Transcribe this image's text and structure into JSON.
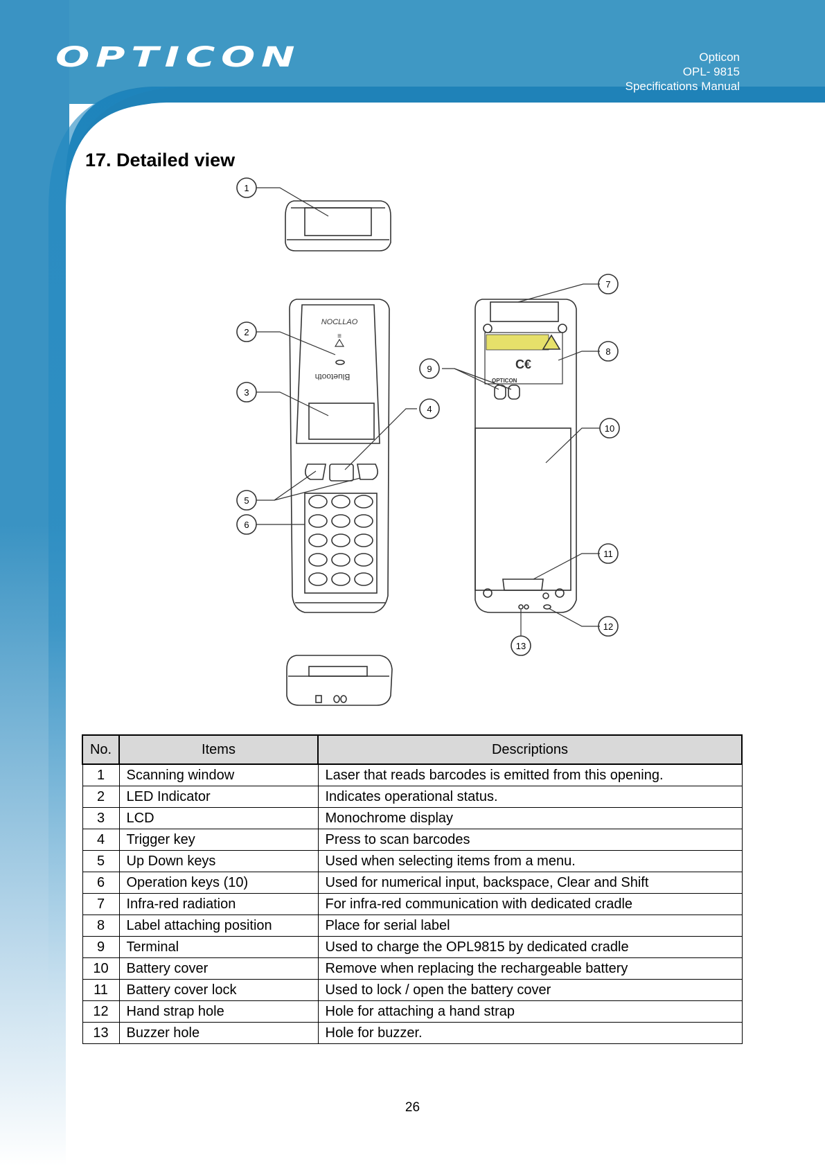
{
  "header": {
    "logo": "OPTICON",
    "meta": [
      "Opticon",
      "OPL- 9815",
      "Specifications Manual"
    ]
  },
  "section_title": "17.  Detailed view",
  "figure": {
    "callouts": [
      "1",
      "2",
      "3",
      "4",
      "5",
      "6",
      "7",
      "8",
      "9",
      "10",
      "11",
      "12",
      "13"
    ],
    "device_front_brand": "NOCLLAO",
    "bluetooth_text": "Bluetooth",
    "label_brand": "OPTICON"
  },
  "table": {
    "headers": [
      "No.",
      "Items",
      "Descriptions"
    ],
    "rows": [
      {
        "no": "1",
        "item": "Scanning window",
        "desc": "Laser that reads barcodes is emitted from this opening."
      },
      {
        "no": "2",
        "item": "LED Indicator",
        "desc": "Indicates operational status."
      },
      {
        "no": "3",
        "item": "LCD",
        "desc": "Monochrome display"
      },
      {
        "no": "4",
        "item": "Trigger key",
        "desc": "Press to scan barcodes"
      },
      {
        "no": "5",
        "item": "Up Down keys",
        "desc": "Used when selecting items from a menu."
      },
      {
        "no": "6",
        "item": "Operation keys (10)",
        "desc": "Used for numerical input, backspace, Clear and Shift"
      },
      {
        "no": "7",
        "item": "Infra-red radiation",
        "desc": "For infra-red communication with dedicated cradle"
      },
      {
        "no": "8",
        "item": "Label attaching position",
        "desc": "Place for serial label"
      },
      {
        "no": "9",
        "item": "Terminal",
        "desc": "Used to charge the OPL9815 by dedicated cradle"
      },
      {
        "no": "10",
        "item": "Battery cover",
        "desc": "Remove when replacing the rechargeable battery"
      },
      {
        "no": "11",
        "item": "Battery cover lock",
        "desc": "Used to lock / open the battery cover"
      },
      {
        "no": "12",
        "item": "Hand strap hole",
        "desc": "Hole for attaching a hand strap"
      },
      {
        "no": "13",
        "item": "Buzzer hole",
        "desc": "Hole for buzzer."
      }
    ]
  },
  "page_number": "26",
  "colors": {
    "header_blue": "#3f98c4",
    "header_blue_dark": "#1f82b8",
    "table_header_bg": "#d9d9d9"
  }
}
